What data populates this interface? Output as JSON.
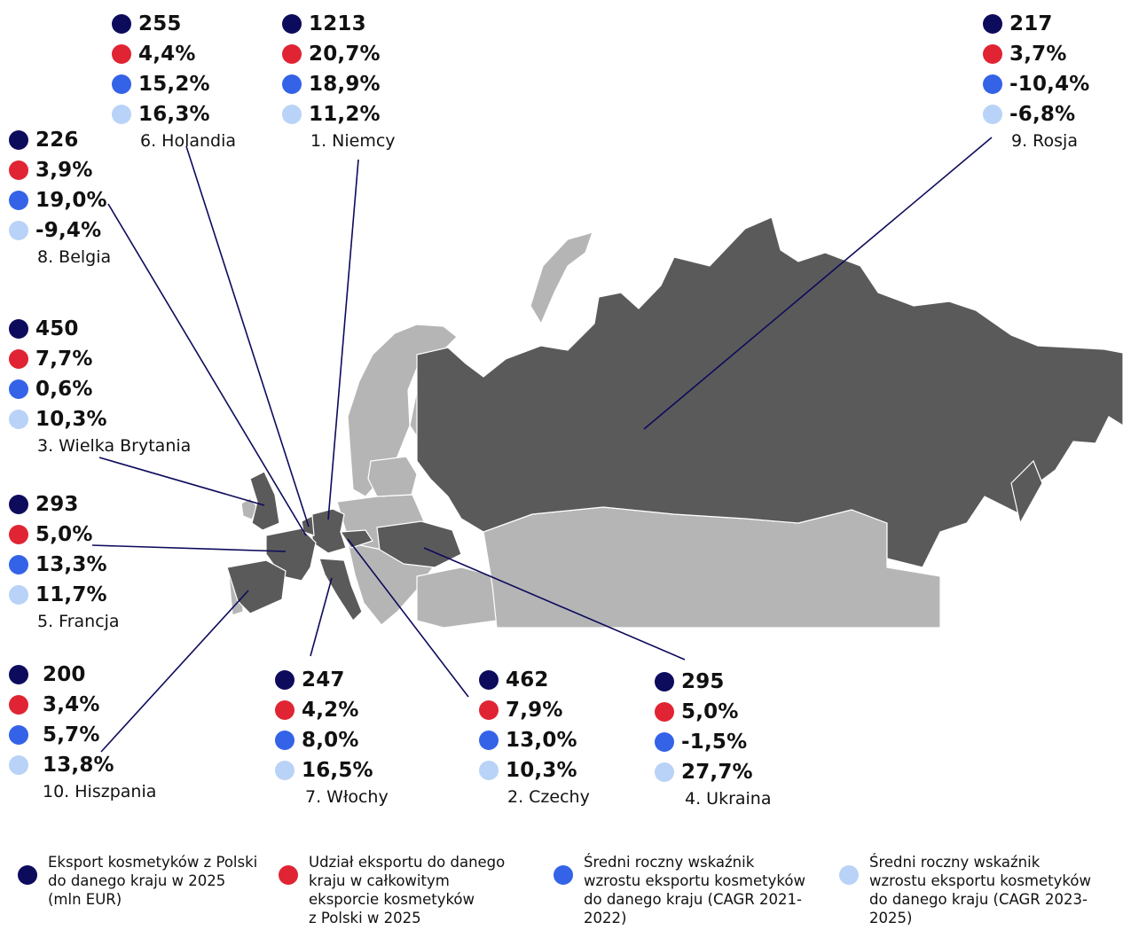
{
  "colors": {
    "export": "#0d0b5c",
    "share": "#e02433",
    "cagr2122": "#3463e8",
    "cagr2325": "#b9d2f7",
    "highlight_country": "#5a5a5a",
    "other_country": "#b5b5b5",
    "leader_line": "#0d0b5c"
  },
  "countries": [
    {
      "name": "1. Niemcy",
      "export": "1213",
      "share": "20,7%",
      "cagr2122": "18,9%",
      "cagr2325": "11,2%"
    },
    {
      "name": "2. Czechy",
      "export": "462",
      "share": "7,9%",
      "cagr2122": "13,0%",
      "cagr2325": "10,3%"
    },
    {
      "name": "3. Wielka Brytania",
      "export": "450",
      "share": "7,7%",
      "cagr2122": "0,6%",
      "cagr2325": "10,3%"
    },
    {
      "name": "4. Ukraina",
      "export": "295",
      "share": "5,0%",
      "cagr2122": "-1,5%",
      "cagr2325": "27,7%"
    },
    {
      "name": "5. Francja",
      "export": "293",
      "share": "5,0%",
      "cagr2122": "13,3%",
      "cagr2325": "11,7%"
    },
    {
      "name": "6. Holandia",
      "export": "255",
      "share": "4,4%",
      "cagr2122": "15,2%",
      "cagr2325": "16,3%"
    },
    {
      "name": "7. Włochy",
      "export": "247",
      "share": "4,2%",
      "cagr2122": "8,0%",
      "cagr2325": "16,5%"
    },
    {
      "name": "8. Belgia",
      "export": "226",
      "share": "3,9%",
      "cagr2122": "19,0%",
      "cagr2325": "-9,4%"
    },
    {
      "name": "9. Rosja",
      "export": "217",
      "share": "3,7%",
      "cagr2122": "-10,4%",
      "cagr2325": "-6,8%"
    },
    {
      "name": "10. Hiszpania",
      "export": "200",
      "share": "3,4%",
      "cagr2122": "5,7%",
      "cagr2325": "13,8%"
    }
  ],
  "legend": [
    {
      "key": "export",
      "lines": [
        "Eksport kosmetyków z Polski",
        "do danego kraju w 2025",
        "(mln EUR)"
      ]
    },
    {
      "key": "share",
      "lines": [
        "Udział eksportu do danego",
        "kraju w całkowitym",
        "eksporcie kosmetyków",
        "z Polski w 2025"
      ]
    },
    {
      "key": "cagr2122",
      "lines": [
        "Średni roczny wskaźnik",
        "wzrostu eksportu kosmetyków",
        "do danego kraju (CAGR 2021-",
        "2022)"
      ]
    },
    {
      "key": "cagr2325",
      "lines": [
        "Średni roczny wskaźnik",
        "wzrostu eksportu kosmetyków",
        "do danego kraju (CAGR 2023-",
        "2025)"
      ]
    }
  ]
}
